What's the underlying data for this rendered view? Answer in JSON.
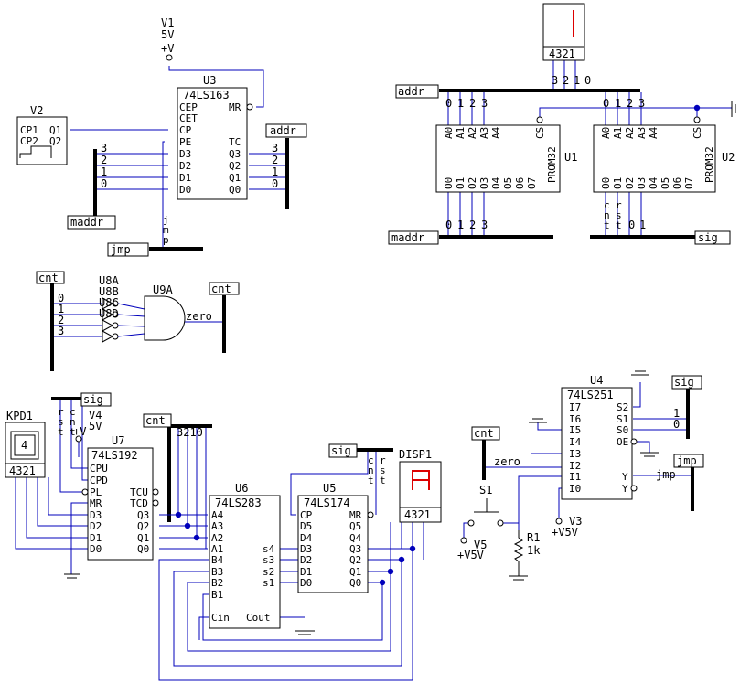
{
  "colors": {
    "wire": "#0000bb",
    "part": "#000000",
    "bus": "#000000",
    "red": "#dd0000",
    "background": "#ffffff"
  },
  "components": {
    "v1": {
      "ref": "V1",
      "value": "5V",
      "net": "+V"
    },
    "v2": {
      "ref": "V2",
      "pins": [
        "CP1",
        "CP2",
        "Q1",
        "Q2"
      ]
    },
    "u3": {
      "ref": "U3",
      "part": "74LS163",
      "left_pins": [
        "CEP",
        "CET",
        "CP",
        "PE",
        "D3",
        "D2",
        "D1",
        "D0"
      ],
      "right_pins": [
        "MR",
        "TC",
        "Q3",
        "Q2",
        "Q1",
        "Q0"
      ]
    },
    "disp_top": {
      "digits": "4321"
    },
    "u1": {
      "ref": "U1",
      "part": "PROM32",
      "addr_pins": [
        "A0",
        "A1",
        "A2",
        "A3",
        "A4"
      ],
      "data_pins": [
        "O0",
        "O1",
        "O2",
        "O3",
        "O4",
        "O5",
        "O6",
        "O7"
      ],
      "cs": "CS"
    },
    "u2": {
      "ref": "U2",
      "part": "PROM32",
      "addr_pins": [
        "A0",
        "A1",
        "A2",
        "A3",
        "A4"
      ],
      "data_pins": [
        "O0",
        "O1",
        "O2",
        "O3",
        "O4",
        "O5",
        "O6",
        "O7"
      ],
      "cs": "CS"
    },
    "u8": {
      "refs": [
        "U8A",
        "U8B",
        "U8C",
        "U8D"
      ]
    },
    "u9": {
      "ref": "U9A"
    },
    "u4": {
      "ref": "U4",
      "part": "74LS251",
      "left_pins": [
        "I7",
        "I6",
        "I5",
        "I4",
        "I3",
        "I2",
        "I1",
        "I0"
      ],
      "right_pins": [
        "S2",
        "S1",
        "S0",
        "OE",
        "Y",
        "Y"
      ]
    },
    "kpd1": {
      "ref": "KPD1",
      "key": "4",
      "digits": "4321"
    },
    "u7": {
      "ref": "U7",
      "part": "74LS192",
      "left_pins": [
        "CPU",
        "CPD",
        "PL",
        "MR",
        "D3",
        "D2",
        "D1",
        "D0"
      ],
      "right_pins": [
        "TCU",
        "TCD",
        "Q3",
        "Q2",
        "Q1",
        "Q0"
      ]
    },
    "v4": {
      "ref": "V4",
      "value": "5V",
      "net": "+V"
    },
    "u6": {
      "ref": "U6",
      "part": "74LS283",
      "left_pins": [
        "A4",
        "A3",
        "A2",
        "A1",
        "B4",
        "B3",
        "B2",
        "B1"
      ],
      "right_pins": [
        "s4",
        "s3",
        "s2",
        "s1"
      ],
      "bottom_pins": [
        "Cin",
        "Cout"
      ]
    },
    "u5": {
      "ref": "U5",
      "part": "74LS174",
      "left_pins": [
        "CP",
        "D5",
        "D4",
        "D3",
        "D2",
        "D1",
        "D0"
      ],
      "right_pins": [
        "MR",
        "Q5",
        "Q4",
        "Q3",
        "Q2",
        "Q1",
        "Q0"
      ]
    },
    "disp1": {
      "ref": "DISP1",
      "digits": "4321"
    },
    "s1": {
      "ref": "S1"
    },
    "v5": {
      "ref": "V5",
      "net": "+V5V"
    },
    "r1": {
      "ref": "R1",
      "value": "1k"
    },
    "v3": {
      "ref": "V3",
      "net": "+V5V"
    }
  },
  "nets": {
    "addr": "addr",
    "maddr": "maddr",
    "jmp": "jmp",
    "sig": "sig",
    "cnt": "cnt",
    "zero": "zero",
    "bits": [
      "3",
      "2",
      "1",
      "0"
    ],
    "bits_asc": [
      "0",
      "1",
      "2",
      "3"
    ],
    "sig_stack": [
      "c",
      "n",
      "t",
      "r",
      "s",
      "t"
    ],
    "sig_u7": [
      "r",
      "s",
      "t",
      "c",
      "n",
      "t"
    ],
    "sig_u5": [
      "c",
      "n",
      "t",
      "r",
      "s",
      "t"
    ],
    "jmp_stack": [
      "j",
      "m",
      "p"
    ],
    "s_bits": [
      "1",
      "0"
    ],
    "bits_cnt": "3210"
  }
}
